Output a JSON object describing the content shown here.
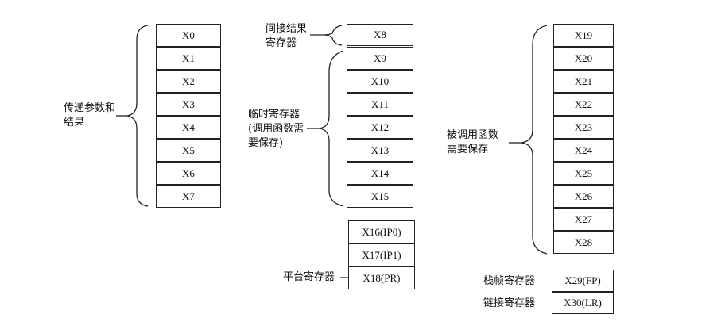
{
  "groups": {
    "args": {
      "label": "传递参数和\n结果",
      "regs": [
        "X0",
        "X1",
        "X2",
        "X3",
        "X4",
        "X5",
        "X6",
        "X7"
      ]
    },
    "indirect": {
      "label": "间接结果\n寄存器",
      "regs": [
        "X8"
      ]
    },
    "temp": {
      "label": "临时寄存器\n(调用函数需\n要保存)",
      "regs": [
        "X9",
        "X10",
        "X11",
        "X12",
        "X13",
        "X14",
        "X15"
      ]
    },
    "platform": {
      "label": "平台寄存器",
      "regs": [
        "X16(IP0)",
        "X17(IP1)",
        "X18(PR)"
      ]
    },
    "callee": {
      "label": "被调用函数\n需要保存",
      "regs": [
        "X19",
        "X20",
        "X21",
        "X22",
        "X23",
        "X24",
        "X25",
        "X26",
        "X27",
        "X28"
      ]
    },
    "frame": {
      "label": "栈帧寄存器",
      "regs": [
        "X29(FP)"
      ]
    },
    "link": {
      "label": "链接寄存器",
      "regs": [
        "X30(LR)"
      ]
    }
  }
}
